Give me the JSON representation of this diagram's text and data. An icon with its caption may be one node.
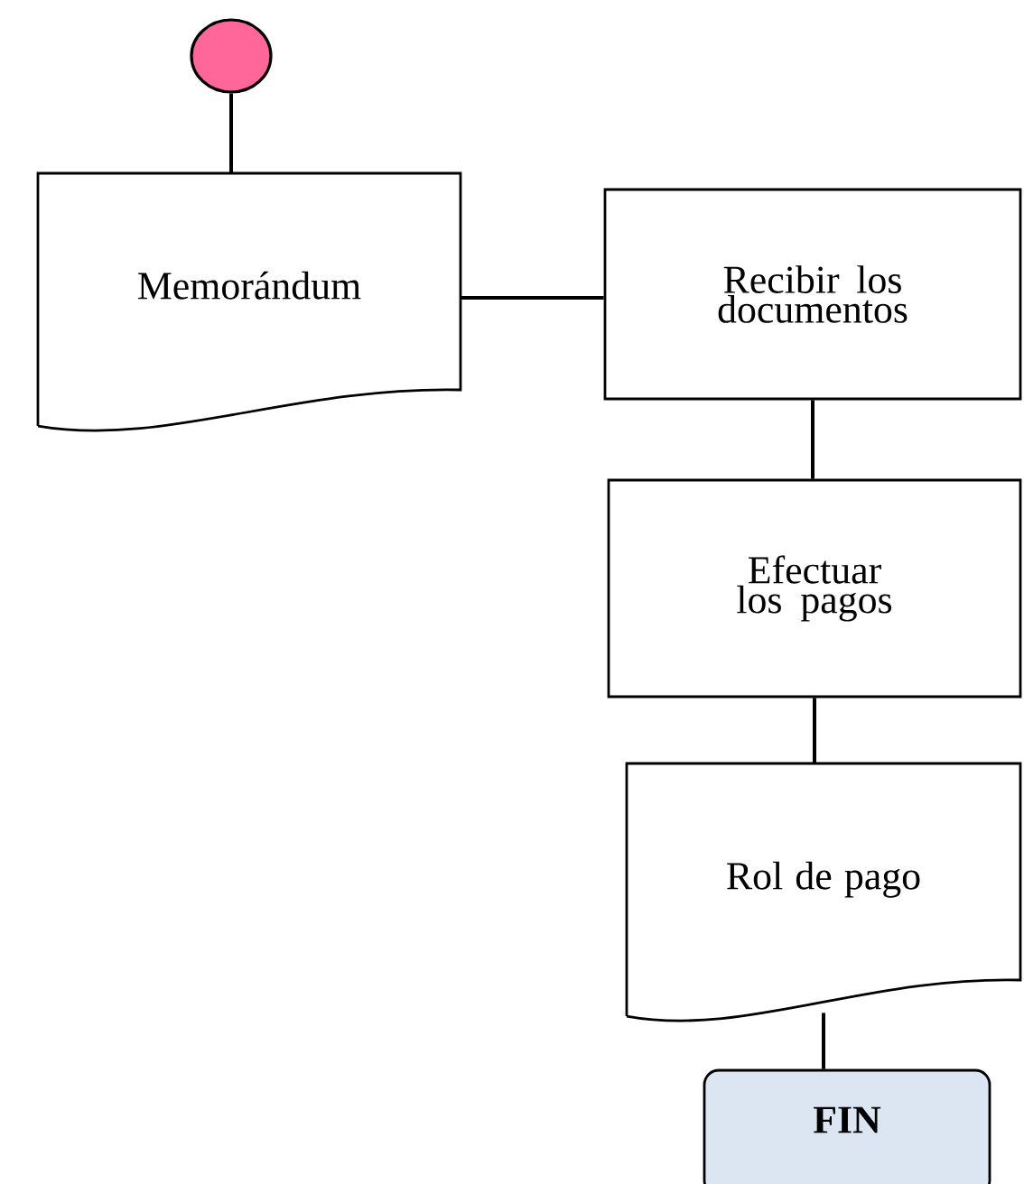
{
  "diagram": {
    "nodes": [
      {
        "text": [],
        "shape": "circle"
      },
      {
        "text": [
          "Memorándum"
        ]
      },
      {
        "text": [
          "Recibir los documentos"
        ]
      },
      {
        "text": [
          "Efectuar los pagos"
        ]
      },
      {
        "text": [
          "Rol de pago"
        ]
      },
      {
        "text": [
          "FIN"
        ]
      }
    ],
    "edges": [
      {
        "from": 0,
        "to": 1,
        "arrow": "none"
      },
      {
        "from": 1,
        "to": 2,
        "arrow": "none"
      },
      {
        "from": 2,
        "to": 3,
        "arrow": "none"
      },
      {
        "from": 3,
        "to": 4,
        "arrow": "none"
      },
      {
        "from": 4,
        "to": 5,
        "arrow": "none"
      }
    ]
  }
}
